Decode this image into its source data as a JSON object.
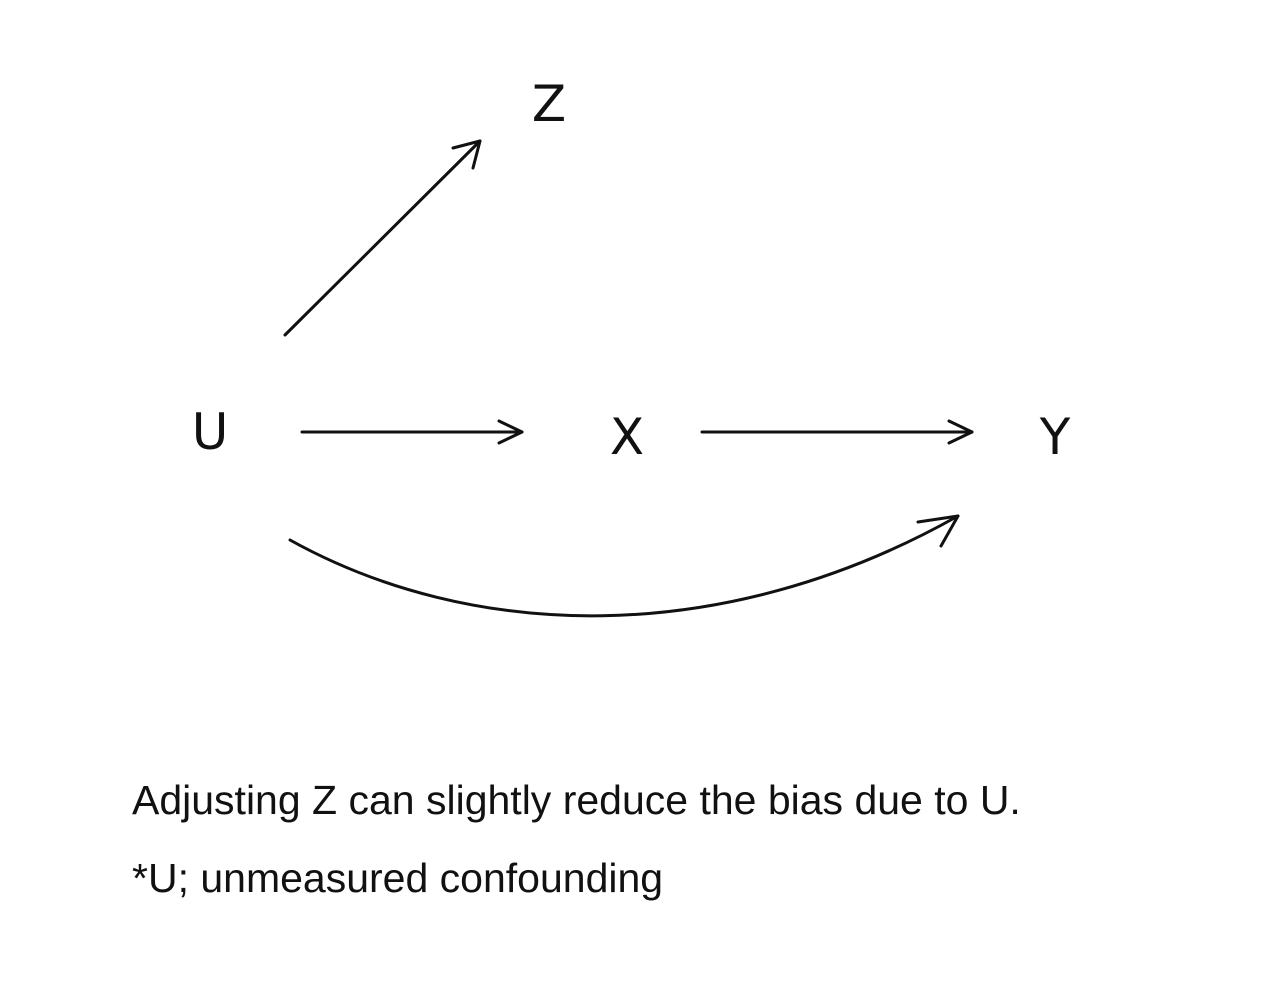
{
  "diagram": {
    "nodes": {
      "z": "Z",
      "u": "U",
      "x": "X",
      "y": "Y"
    },
    "edges": [
      {
        "from": "U",
        "to": "Z"
      },
      {
        "from": "U",
        "to": "X"
      },
      {
        "from": "X",
        "to": "Y"
      },
      {
        "from": "U",
        "to": "Y"
      }
    ],
    "ink_color": "#111111",
    "background_color": "#ffffff"
  },
  "caption": {
    "main": "Adjusting Z can slightly reduce the bias due to U.",
    "note": "*U; unmeasured confounding"
  }
}
